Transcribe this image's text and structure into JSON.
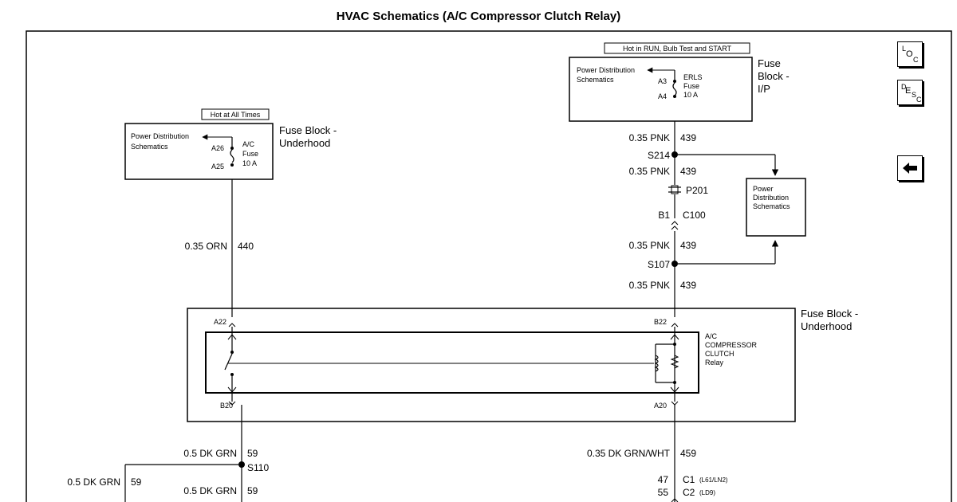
{
  "title": "HVAC Schematics (A/C Compressor Clutch Relay)",
  "fuse_block_ip": {
    "hot_label": "Hot in RUN, Bulb Test and START",
    "name_line1": "Fuse",
    "name_line2": "Block -",
    "name_line3": "I/P",
    "pd_line1": "Power Distribution",
    "pd_line2": "Schematics",
    "pin_in": "A3",
    "pin_out": "A4",
    "fuse_line1": "ERLS",
    "fuse_line2": "Fuse",
    "fuse_line3": "10 A"
  },
  "fuse_block_underhood_top": {
    "hot_label": "Hot at All Times",
    "name_line1": "Fuse Block -",
    "name_line2": "Underhood",
    "pd_line1": "Power Distribution",
    "pd_line2": "Schematics",
    "pin_in": "A26",
    "pin_out": "A25",
    "fuse_line1": "A/C",
    "fuse_line2": "Fuse",
    "fuse_line3": "10 A"
  },
  "wires": {
    "w1_gauge": "0.35 PNK",
    "w1_circuit": "439",
    "splice_s214": "S214",
    "w2_gauge": "0.35 PNK",
    "w2_circuit": "439",
    "p201": "P201",
    "b1": "B1",
    "c100": "C100",
    "w3_gauge": "0.35 PNK",
    "w3_circuit": "439",
    "splice_s107": "S107",
    "w4_gauge": "0.35 PNK",
    "w4_circuit": "439",
    "orn_gauge": "0.35 ORN",
    "orn_circuit": "440",
    "dkgrn_gauge": "0.5 DK GRN",
    "dkgrn_circuit": "59",
    "splice_s110": "S110",
    "dkgrn_left_gauge": "0.5 DK GRN",
    "dkgrn_left_circuit": "59",
    "dkgrn_lower_gauge": "0.5 DK GRN",
    "dkgrn_lower_circuit": "59",
    "dkgrnwht_gauge": "0.35 DK GRN/WHT",
    "dkgrnwht_circuit": "459",
    "c1_pin": "47",
    "c1": "C1",
    "c1_note": "(L61/LN2)",
    "c2_pin": "55",
    "c2": "C2",
    "c2_note": "(LD9)"
  },
  "pd_box": {
    "line1": "Power",
    "line2": "Distribution",
    "line3": "Schematics"
  },
  "underhood_block": {
    "name_line1": "Fuse Block -",
    "name_line2": "Underhood",
    "pin_a22": "A22",
    "pin_b22": "B22",
    "pin_b20": "B20",
    "pin_a20": "A20"
  },
  "relay": {
    "line1": "A/C",
    "line2": "COMPRESSOR",
    "line3": "CLUTCH",
    "line4": "Relay"
  },
  "nav": {
    "loc_big": "L",
    "loc_sub1": "O",
    "loc_sub2": "C",
    "desc_big": "D",
    "desc_sub1": "E",
    "desc_sub2": "S",
    "desc_sub3": "C"
  }
}
